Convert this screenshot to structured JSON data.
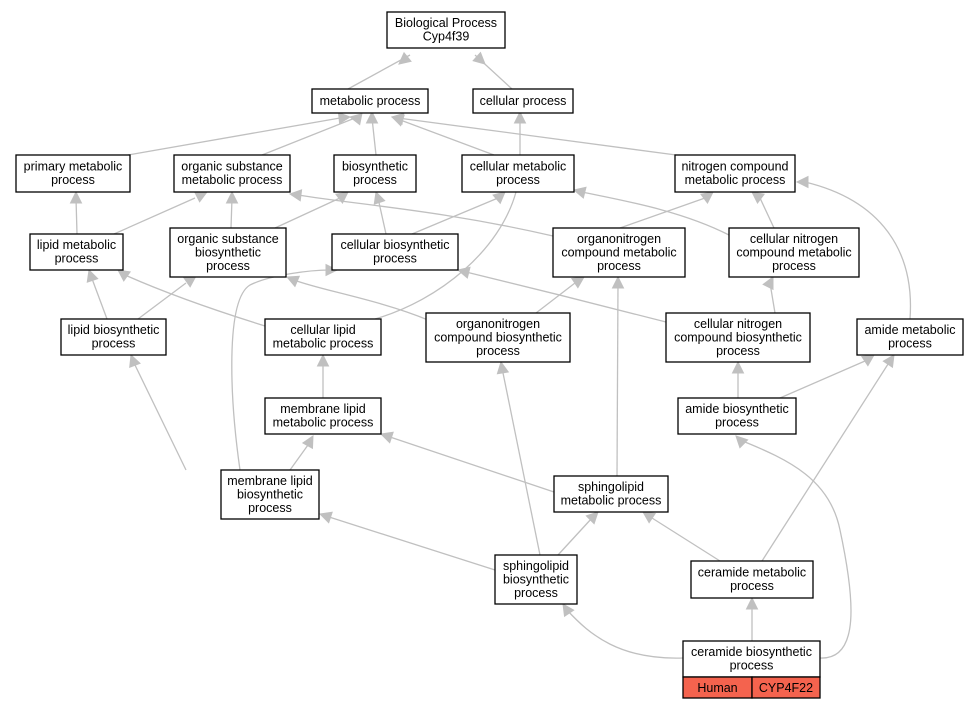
{
  "graph": {
    "title": "Biological Process\nCyp4f39",
    "nodes": [
      {
        "id": "root",
        "label": "Biological Process\nCyp4f39"
      },
      {
        "id": "metabolic",
        "label": "metabolic process"
      },
      {
        "id": "cellular",
        "label": "cellular process"
      },
      {
        "id": "primary_metabolic",
        "label": "primary metabolic\nprocess"
      },
      {
        "id": "org_sub_metabolic",
        "label": "organic substance\nmetabolic process"
      },
      {
        "id": "biosynthetic",
        "label": "biosynthetic\nprocess"
      },
      {
        "id": "cell_metabolic",
        "label": "cellular metabolic\nprocess"
      },
      {
        "id": "nitrogen_compound",
        "label": "nitrogen compound\nmetabolic process"
      },
      {
        "id": "lipid_metabolic",
        "label": "lipid metabolic\nprocess"
      },
      {
        "id": "org_sub_biosynthetic",
        "label": "organic substance\nbiosynthetic\nprocess"
      },
      {
        "id": "cell_biosynthetic",
        "label": "cellular biosynthetic\nprocess"
      },
      {
        "id": "organonitrogen_metabolic",
        "label": "organonitrogen\ncompound metabolic\nprocess"
      },
      {
        "id": "cell_nitrogen_metabolic",
        "label": "cellular nitrogen\ncompound metabolic\nprocess"
      },
      {
        "id": "lipid_biosynthetic",
        "label": "lipid biosynthetic\nprocess"
      },
      {
        "id": "cell_lipid_metabolic",
        "label": "cellular lipid\nmetabolic process"
      },
      {
        "id": "organonitrogen_biosynthetic",
        "label": "organonitrogen\ncompound biosynthetic\nprocess"
      },
      {
        "id": "cell_nitrogen_biosynthetic",
        "label": "cellular nitrogen\ncompound biosynthetic\nprocess"
      },
      {
        "id": "amide_metabolic",
        "label": "amide metabolic\nprocess"
      },
      {
        "id": "membrane_lipid_metabolic",
        "label": "membrane lipid\nmetabolic process"
      },
      {
        "id": "amide_biosynthetic",
        "label": "amide biosynthetic\nprocess"
      },
      {
        "id": "membrane_lipid_biosynthetic",
        "label": "membrane lipid\nbiosynthetic\nprocess"
      },
      {
        "id": "sphingolipid_metabolic",
        "label": "sphingolipid\nmetabolic process"
      },
      {
        "id": "sphingolipid_biosynthetic",
        "label": "sphingolipid\nbiosynthetic\nprocess"
      },
      {
        "id": "ceramide_metabolic",
        "label": "ceramide metabolic\nprocess"
      },
      {
        "id": "ceramide_biosynthetic",
        "label": "ceramide biosynthetic\nprocess"
      }
    ],
    "badges": {
      "species": "Human",
      "gene": "CYP4F22"
    },
    "colors": {
      "edge": "#c0c0c0",
      "badge_fill": "#f4634e",
      "node_border": "#000000"
    }
  }
}
